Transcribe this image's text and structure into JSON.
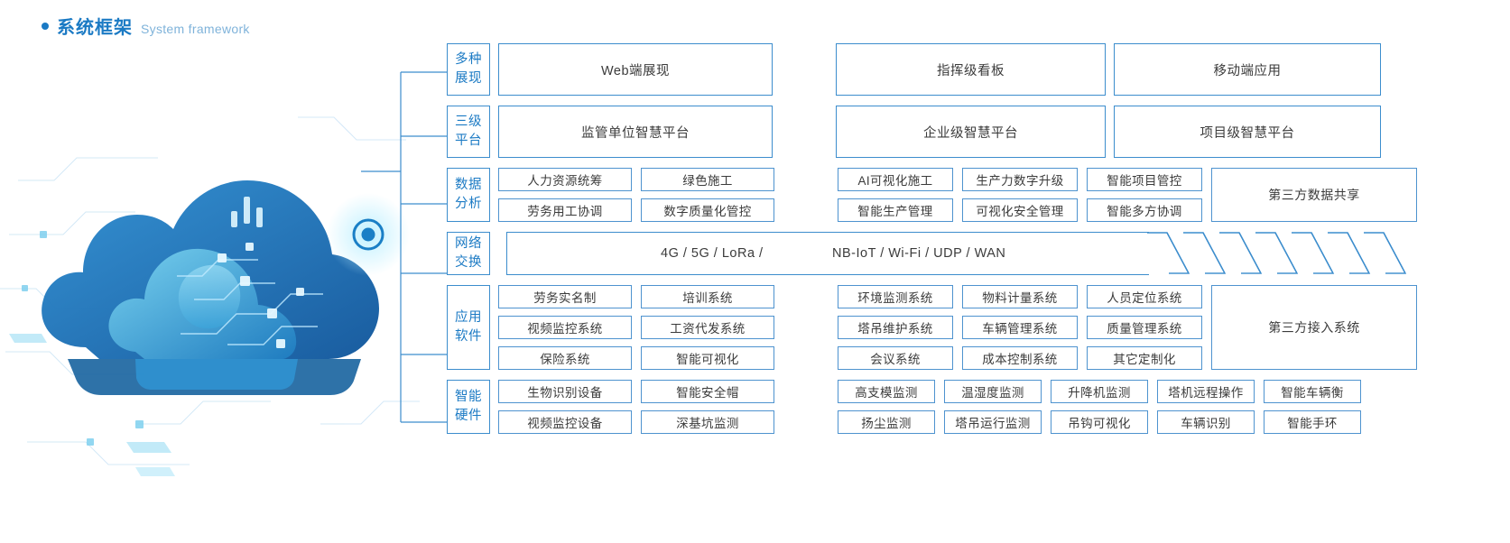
{
  "header": {
    "title_cn": "系统框架",
    "title_en": "System framework",
    "accent": "#1b7ac4",
    "bullet_icon": "bullet-dot"
  },
  "illustration": {
    "name": "cloud-network-illustration",
    "colors": {
      "deep": "#1565b0",
      "mid": "#2e8fd0",
      "light": "#5fc6e8",
      "glow": "#9fe3f7"
    }
  },
  "rows": [
    {
      "id": "presentation",
      "category": [
        "多种",
        "展现"
      ],
      "type": "big",
      "boxes": [
        "Web端展现",
        "指挥级看板",
        "移动端应用"
      ]
    },
    {
      "id": "platform",
      "category": [
        "三级",
        "平台"
      ],
      "type": "big",
      "boxes": [
        "监管单位智慧平台",
        "企业级智慧平台",
        "项目级智慧平台"
      ]
    },
    {
      "id": "data-analysis",
      "category": [
        "数据",
        "分析"
      ],
      "type": "chips",
      "left_columns": [
        [
          "人力资源统筹",
          "劳务用工协调"
        ],
        [
          "绿色施工",
          "数字质量化管控"
        ]
      ],
      "right_columns": [
        [
          "AI可视化施工",
          "智能生产管理"
        ],
        [
          "生产力数字升级",
          "可视化安全管理"
        ],
        [
          "智能项目管控",
          "智能多方协调"
        ]
      ],
      "side_box": "第三方数据共享"
    },
    {
      "id": "network-exchange",
      "category": [
        "网络",
        "交换"
      ],
      "type": "network",
      "text_left": "4G / 5G / LoRa /",
      "text_right": "NB-IoT / Wi-Fi / UDP / WAN",
      "chevron_count": 7
    },
    {
      "id": "application-software",
      "category": [
        "应用",
        "软件"
      ],
      "type": "chips",
      "left_columns": [
        [
          "劳务实名制",
          "视频监控系统",
          "保险系统"
        ],
        [
          "培训系统",
          "工资代发系统",
          "智能可视化"
        ]
      ],
      "right_columns": [
        [
          "环境监测系统",
          "塔吊维护系统",
          "会议系统"
        ],
        [
          "物料计量系统",
          "车辆管理系统",
          "成本控制系统"
        ],
        [
          "人员定位系统",
          "质量管理系统",
          "其它定制化"
        ]
      ],
      "side_box": "第三方接入系统"
    },
    {
      "id": "smart-hardware",
      "category": [
        "智能",
        "硬件"
      ],
      "type": "chips",
      "left_columns": [
        [
          "生物识别设备",
          "视频监控设备"
        ],
        [
          "智能安全帽",
          "深基坑监测"
        ]
      ],
      "right_columns": [
        [
          "高支模监测",
          "扬尘监测"
        ],
        [
          "温湿度监测",
          "塔吊运行监测"
        ],
        [
          "升降机监测",
          "吊钩可视化"
        ]
      ],
      "far_columns": [
        [
          "塔机远程操作",
          "车辆识别"
        ],
        [
          "智能车辆衡",
          "智能手环"
        ]
      ]
    }
  ]
}
